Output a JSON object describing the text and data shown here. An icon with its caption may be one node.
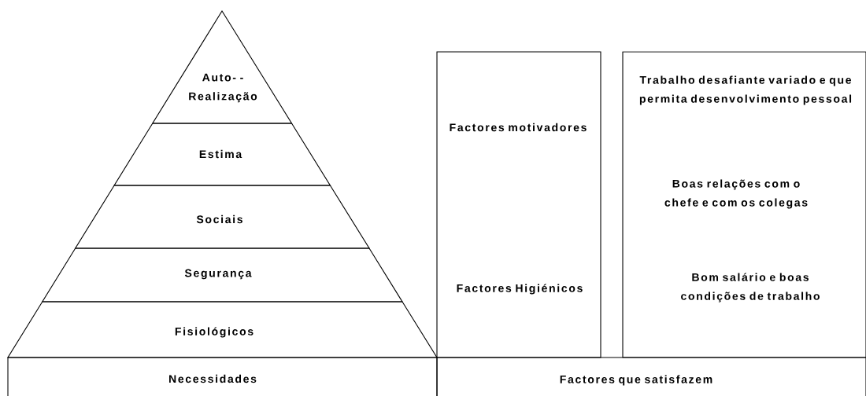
{
  "diagram": {
    "nodes": [
      {
        "text": [
          "Auto- -Realização"
        ]
      },
      {
        "text": [
          "Estima"
        ]
      },
      {
        "text": [
          "Sociais"
        ]
      },
      {
        "text": [
          "Segurança"
        ]
      },
      {
        "text": [
          "Fisiológicos"
        ]
      },
      {
        "text": [
          "Necessidades"
        ]
      },
      {
        "text": [
          "Factores motivadores",
          "Factores Higiénicos"
        ]
      },
      {
        "text": [
          "Trabalho desafiante variado e que permita desenvolvimento pessoal",
          "Boas relações com o chefe e com os colegas",
          "Bom salário e boas condições de trabalho"
        ]
      },
      {
        "text": [
          "Factores que satisfazem"
        ]
      }
    ],
    "edges": []
  }
}
